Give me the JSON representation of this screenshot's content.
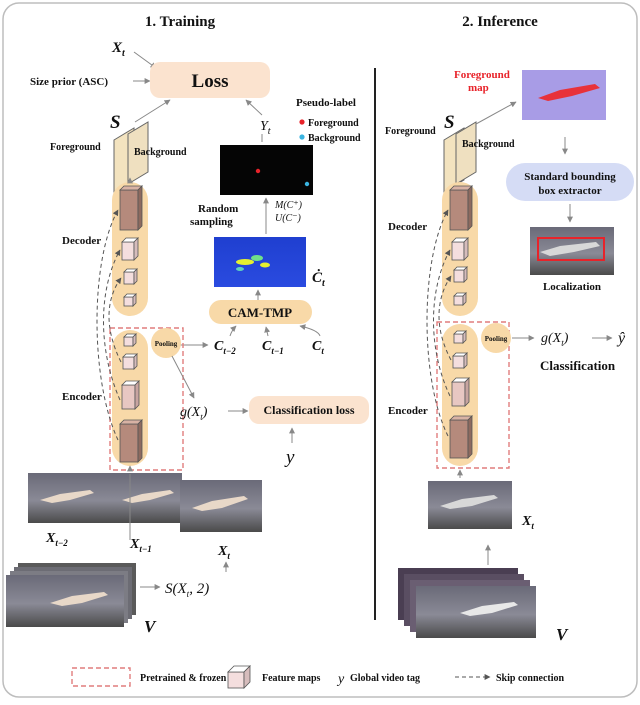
{
  "sections": {
    "training": "1. Training",
    "inference": "2. Inference"
  },
  "training": {
    "x_t_top": "X",
    "x_t_top_sub": "t",
    "size_prior": "Size prior (ASC)",
    "loss": "Loss",
    "s_label": "S",
    "foreground": "Foreground",
    "background": "Background",
    "y_t": "Y",
    "y_t_sub": "t",
    "pseudo_label_title": "Pseudo-label",
    "pseudo_fg": "Foreground",
    "pseudo_bg": "Background",
    "random_sampling_1": "Random",
    "random_sampling_2": "sampling",
    "m_sampling": "M(C⁺)",
    "u_sampling": "U(C⁻)",
    "decoder": "Decoder",
    "encoder": "Encoder",
    "c_dot_t": "Ċ",
    "c_dot_t_sub": "t",
    "cam_tmp": "CAM-TMP",
    "pooling": "Pooling",
    "c_tm2": "C",
    "c_tm2_sub": "t−2",
    "c_tm1": "C",
    "c_tm1_sub": "t−1",
    "c_t": "C",
    "c_t_sub": "t",
    "g_x": "g(X",
    "g_x_sub": "t",
    "g_x_close": ")",
    "class_loss": "Classification loss",
    "y_global": "y",
    "frame_tm2": "X",
    "frame_tm2_sub": "t−2",
    "frame_tm1": "X",
    "frame_tm1_sub": "t−1",
    "frame_t": "X",
    "frame_t_sub": "t",
    "sampling_fn": "S(X",
    "sampling_fn_sub": "t",
    "sampling_fn_close": ", 2)",
    "v_label": "V"
  },
  "inference": {
    "fg_map_1": "Foreground",
    "fg_map_2": "map",
    "s_label": "S",
    "foreground": "Foreground",
    "background": "Background",
    "bbox_1": "Standard bounding",
    "bbox_2": "box extractor",
    "decoder": "Decoder",
    "encoder": "Encoder",
    "localization": "Localization",
    "pooling": "Pooling",
    "g_x": "g(X",
    "g_x_sub": "t",
    "g_x_close": ")",
    "y_hat": "ŷ",
    "classification": "Classification",
    "x_t": "X",
    "x_t_sub": "t",
    "v_label": "V"
  },
  "legend": {
    "pretrained": "Pretrained & frozen",
    "feature_maps": "Feature maps",
    "y_symbol": "y",
    "global_tag": "Global video tag",
    "skip": "Skip connection"
  },
  "colors": {
    "orange_fill": "#f8d9a8",
    "loss_fill": "#fbe3cf",
    "bbox_fill": "#d5dcf5",
    "pink_dash": "#e07d7d",
    "fg_red": "#e8232a",
    "bg_cyan": "#3bb4e0"
  }
}
